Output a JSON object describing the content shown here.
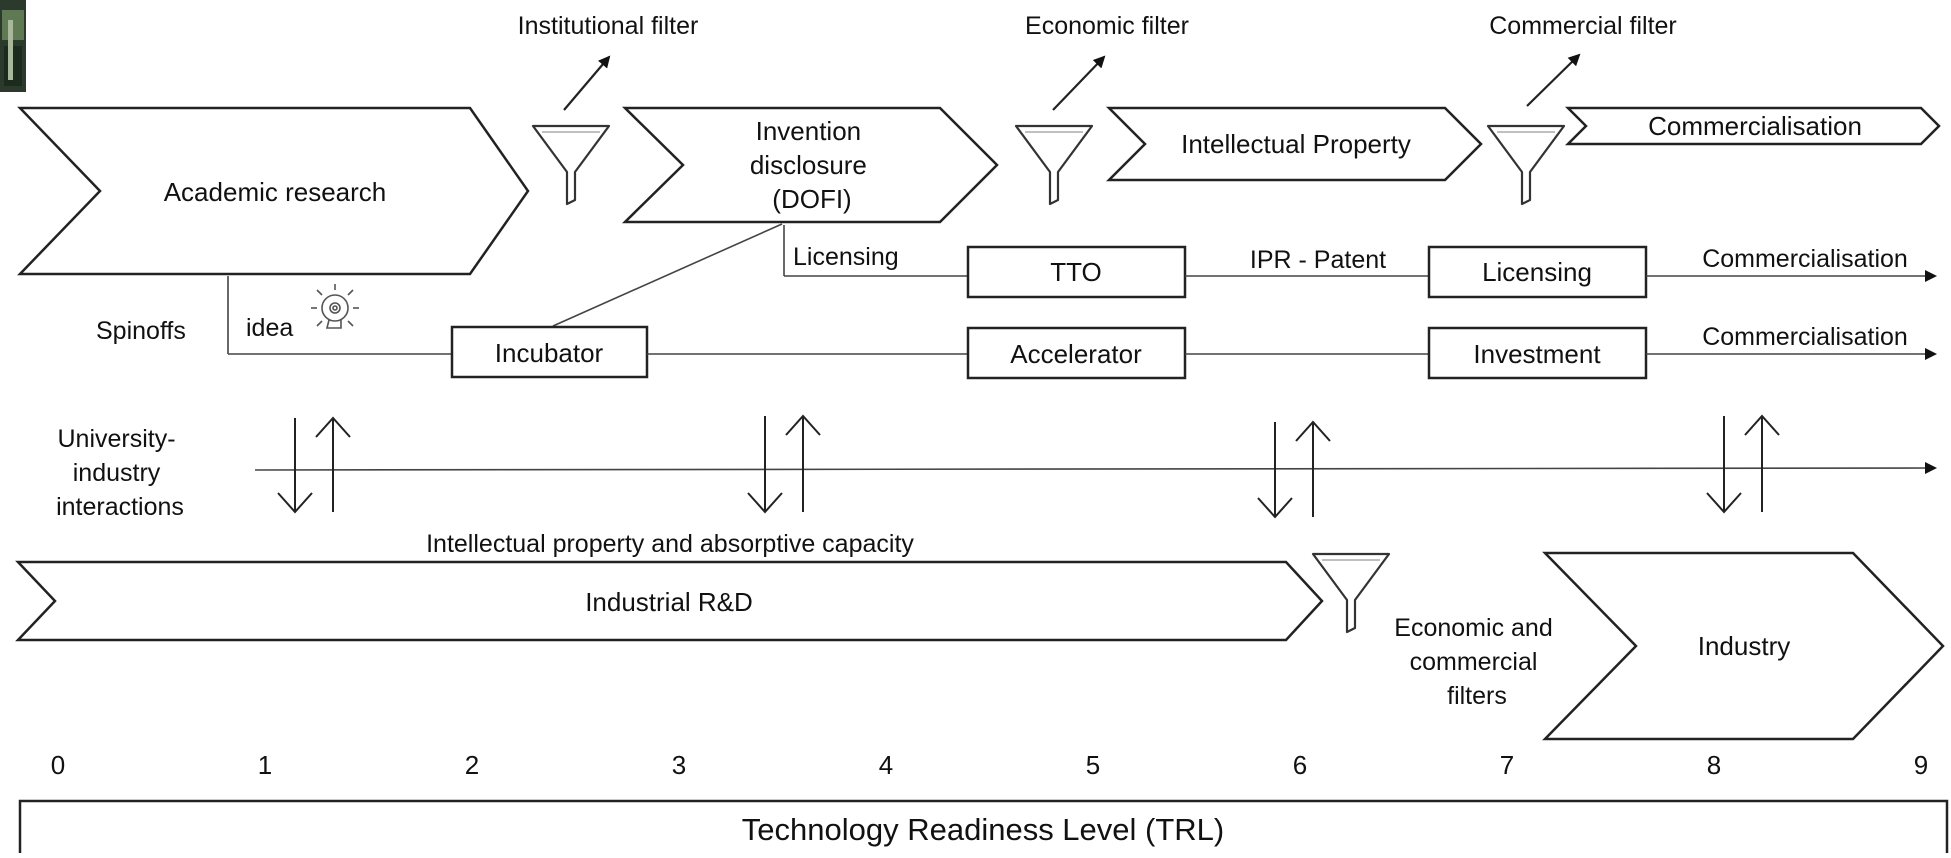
{
  "filters": {
    "institutional": "Institutional filter",
    "economic": "Economic filter",
    "commercial": "Commercial filter",
    "economic_commercial": [
      "Economic and",
      "commercial",
      "filters"
    ]
  },
  "stages": {
    "academic_research": "Academic research",
    "invention_disclosure": [
      "Invention",
      "disclosure",
      "(DOFI)"
    ],
    "intellectual_property": "Intellectual Property",
    "commercialisation_top": "Commercialisation",
    "industrial_rnd": "Industrial R&D",
    "industry": "Industry"
  },
  "licensing_path": {
    "licensing_label": "Licensing",
    "tto": "TTO",
    "ipr_patent": "IPR - Patent",
    "licensing_box": "Licensing",
    "commercialisation": "Commercialisation"
  },
  "spinoff_path": {
    "spinoffs": "Spinoffs",
    "idea": "idea",
    "incubator": "Incubator",
    "accelerator": "Accelerator",
    "investment": "Investment",
    "commercialisation": "Commercialisation"
  },
  "interactions": {
    "label": [
      "University-",
      "industry",
      "interactions"
    ],
    "ip_absorptive": "Intellectual property and absorptive capacity"
  },
  "trl": {
    "ticks": [
      "0",
      "1",
      "2",
      "3",
      "4",
      "5",
      "6",
      "7",
      "8",
      "9"
    ],
    "title": "Technology Readiness Level (TRL)"
  },
  "icons": {
    "photo": "photo-thumbnail-icon",
    "funnel": "funnel-icon",
    "lightbulb": "lightbulb-icon"
  }
}
